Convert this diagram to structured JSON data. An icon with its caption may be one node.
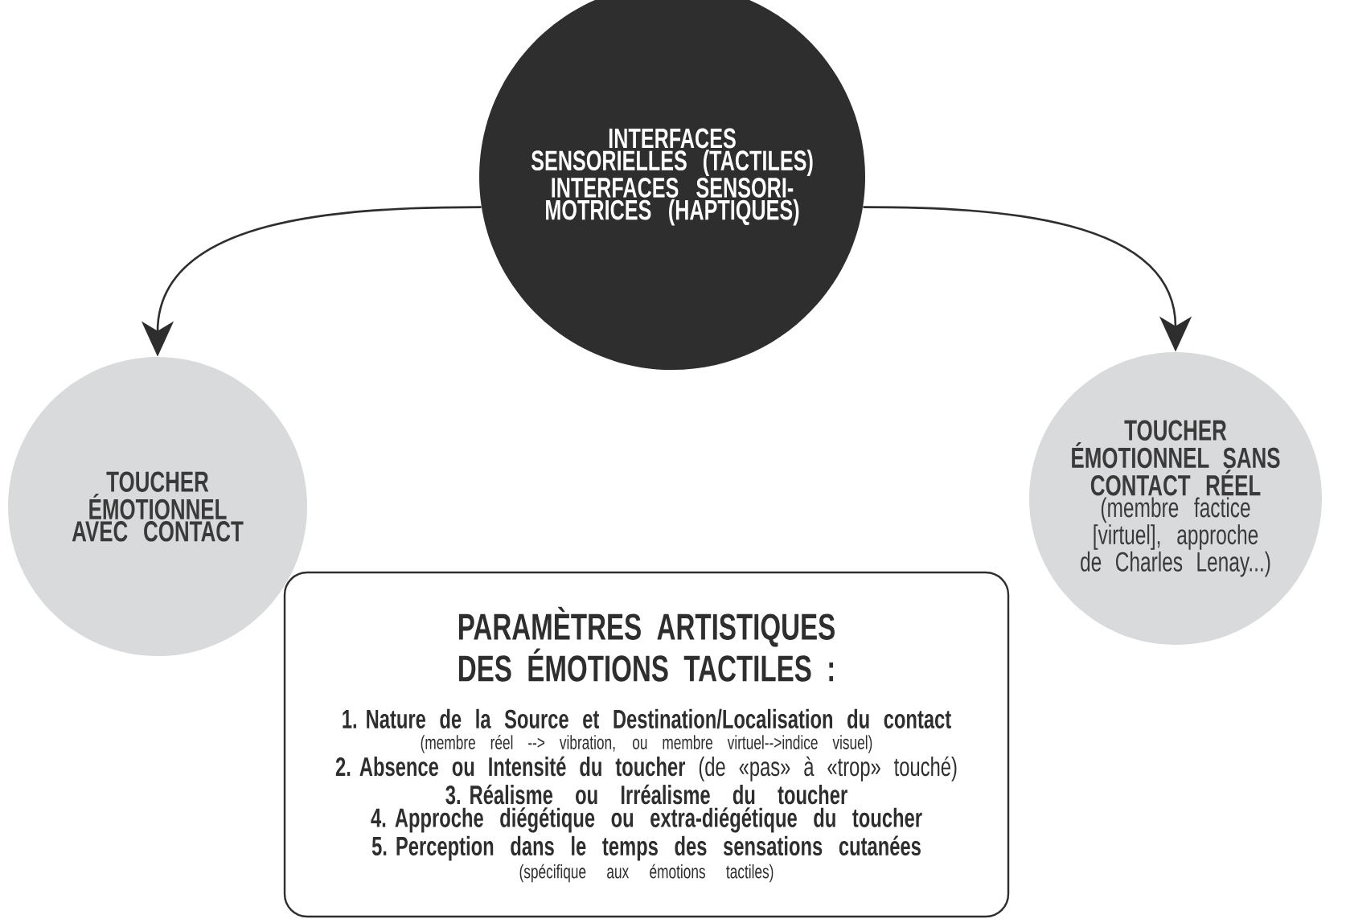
{
  "diagram": {
    "nodes": [
      {
        "text": [
          "INTERFACES SENSORIELLES (TACTILES)",
          "INTERFACES SENSORI-MOTRICES (HAPTIQUES)"
        ]
      },
      {
        "text": [
          "TOUCHER ÉMOTIONNEL AVEC CONTACT"
        ]
      },
      {
        "text": [
          "TOUCHER ÉMOTIONNEL SANS CONTACT RÉEL",
          "(membre factice [virtuel], approche de Charles Lenay...)"
        ]
      },
      {
        "text": [
          "PARAMÈTRES ARTISTIQUES DES ÉMOTIONS TACTILES :",
          "1. Nature de la Source et Destination/Localisation du contact",
          "(membre réel --> vibration, ou membre virtuel-->indice visuel)",
          "**2. Absence ou Intensité du toucher** (de «pas» à «trop» touché)",
          "3. Réalisme ou Irréalisme du toucher",
          "4. Approche diégétique ou extra-diégétique du toucher",
          "5. Perception dans le temps des sensations cutanées",
          "(spécifique aux émotions tactiles)"
        ]
      }
    ],
    "edges": [
      {
        "from": 0,
        "to": 1,
        "arrow": "to"
      },
      {
        "from": 0,
        "to": 2,
        "arrow": "to"
      }
    ]
  }
}
